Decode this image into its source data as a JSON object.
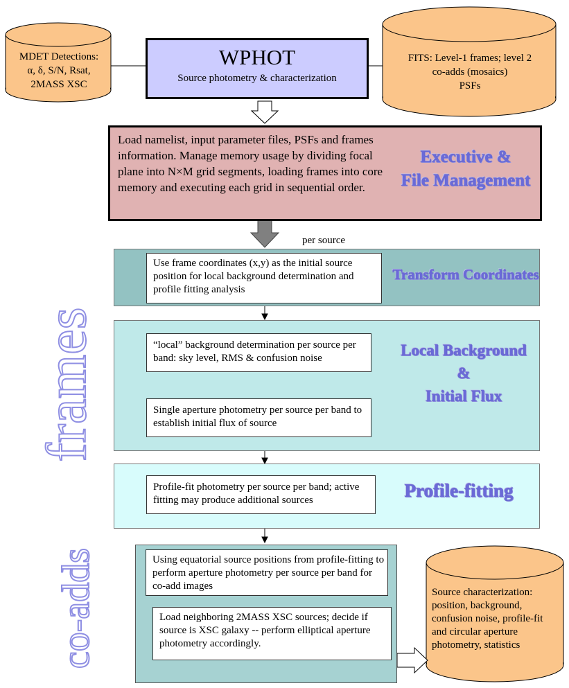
{
  "wphot": {
    "title": "WPHOT",
    "subtitle": "Source photometry & characterization"
  },
  "db_left": {
    "lines": [
      "MDET Detections:",
      "α, δ,  S/N, Rsat,",
      "2MASS XSC"
    ]
  },
  "db_right": {
    "lines": [
      "FITS: Level-1 frames; level 2",
      "co-adds (mosaics)",
      "PSFs"
    ]
  },
  "exec": {
    "text": "Load namelist, input parameter files, PSFs and frames information.  Manage memory usage by dividing focal plane into N×M grid segments, loading frames into core memory and executing each grid in sequential order.",
    "label_lines": [
      "Executive &",
      "File Management"
    ]
  },
  "per_source": "per source",
  "transform": {
    "text": "Use frame coordinates (x,y) as the initial source position for local background determination and profile fitting analysis",
    "label": "Transform Coordinates"
  },
  "local_bg": {
    "text1": "“local” background determination per source per band:  sky level, RMS & confusion noise",
    "text2": "Single aperture photometry per source per band to establish initial flux of source",
    "label_lines": [
      "Local Background",
      "&",
      "Initial Flux"
    ]
  },
  "profile": {
    "text": "Profile-fit photometry per source per band; active fitting may produce additional sources",
    "label": "Profile-fitting"
  },
  "coadds": {
    "text1": "Using equatorial source positions from profile-fitting to perform aperture photometry per source per band for co-add images",
    "text2": "Load neighboring 2MASS XSC sources; decide if source is XSC galaxy -- perform elliptical aperture photometry accordingly."
  },
  "db_output": {
    "text": "Source characterization: position, background, confusion noise, profile-fit and circular aperture photometry, statistics"
  },
  "side_labels": {
    "frames": "frames",
    "coadds": "co-adds"
  },
  "colors": {
    "cylinder": "#fbc58a",
    "wphot": "#ccccff",
    "exec": "#e0b2b2",
    "transform": "#93c2c2",
    "local_bg": "#bfe9e9",
    "profile": "#d8fcfc",
    "coadds": "#a6d2d2",
    "label": "#6a6ad8"
  }
}
